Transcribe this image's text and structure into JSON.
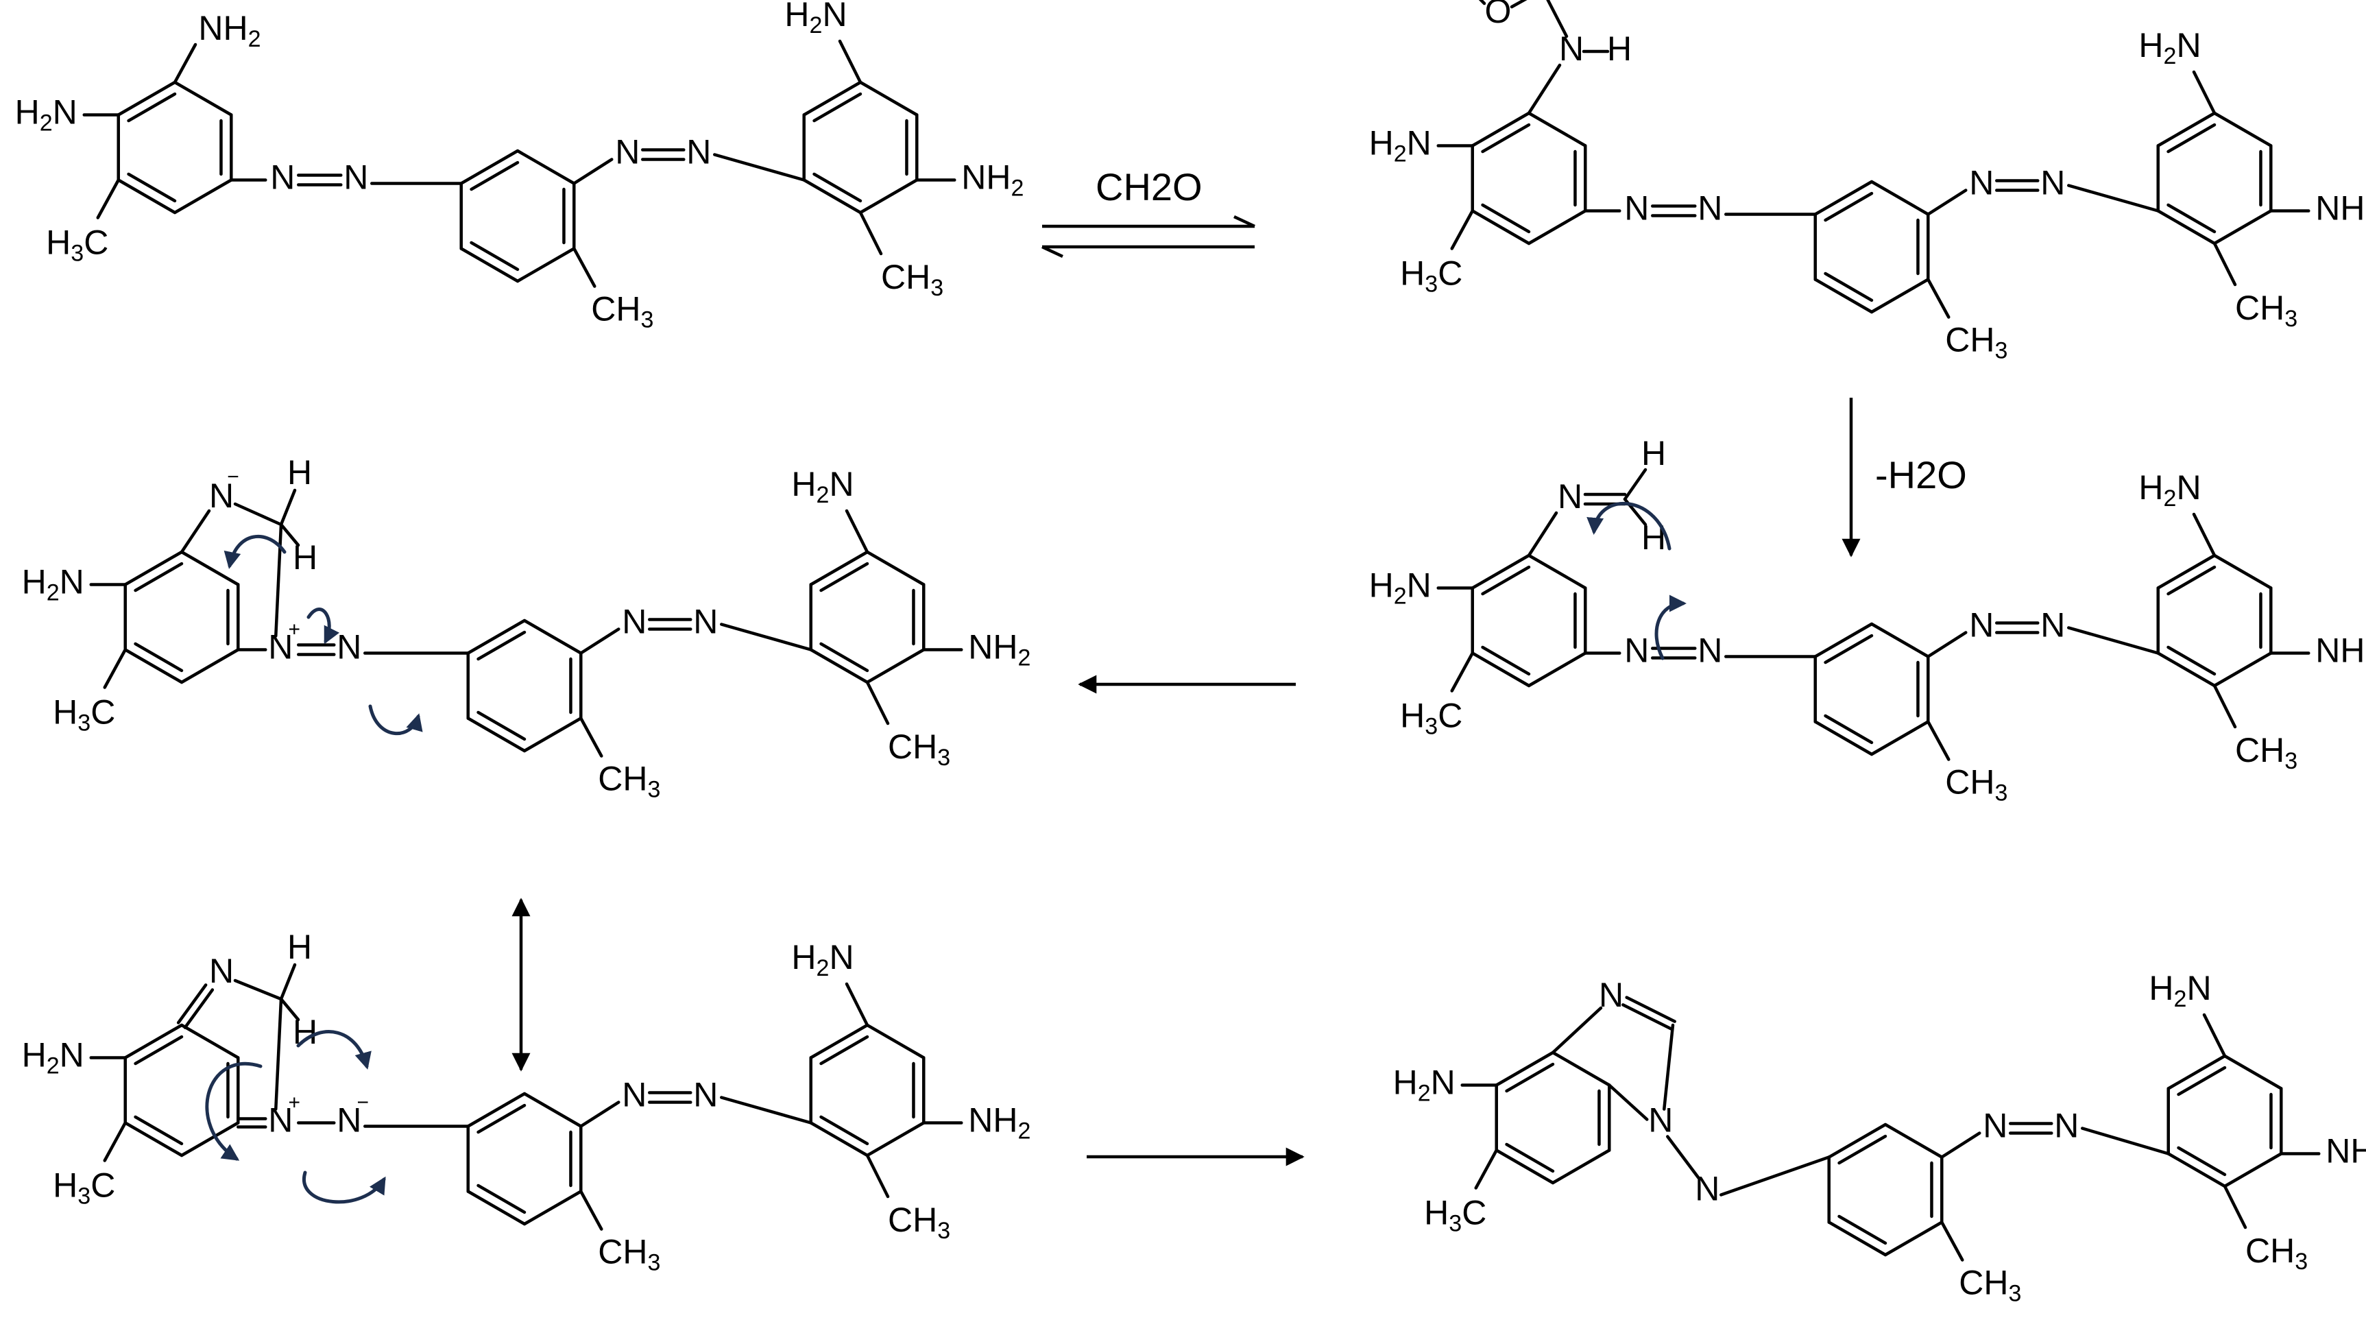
{
  "reagents": {
    "formaldehyde": "CH2O",
    "water_loss": "-H2O"
  },
  "atom_labels": {
    "H": "H",
    "O": "O",
    "N": "N",
    "NH": "NH",
    "H2N": "H2N",
    "NH2": "NH2",
    "H3C": "H3C",
    "CH3": "CH3",
    "plus": "+",
    "minus": "−"
  },
  "colors": {
    "structure": "#000000",
    "electron_arrows": "#1d2f4f",
    "background": "#ffffff"
  }
}
